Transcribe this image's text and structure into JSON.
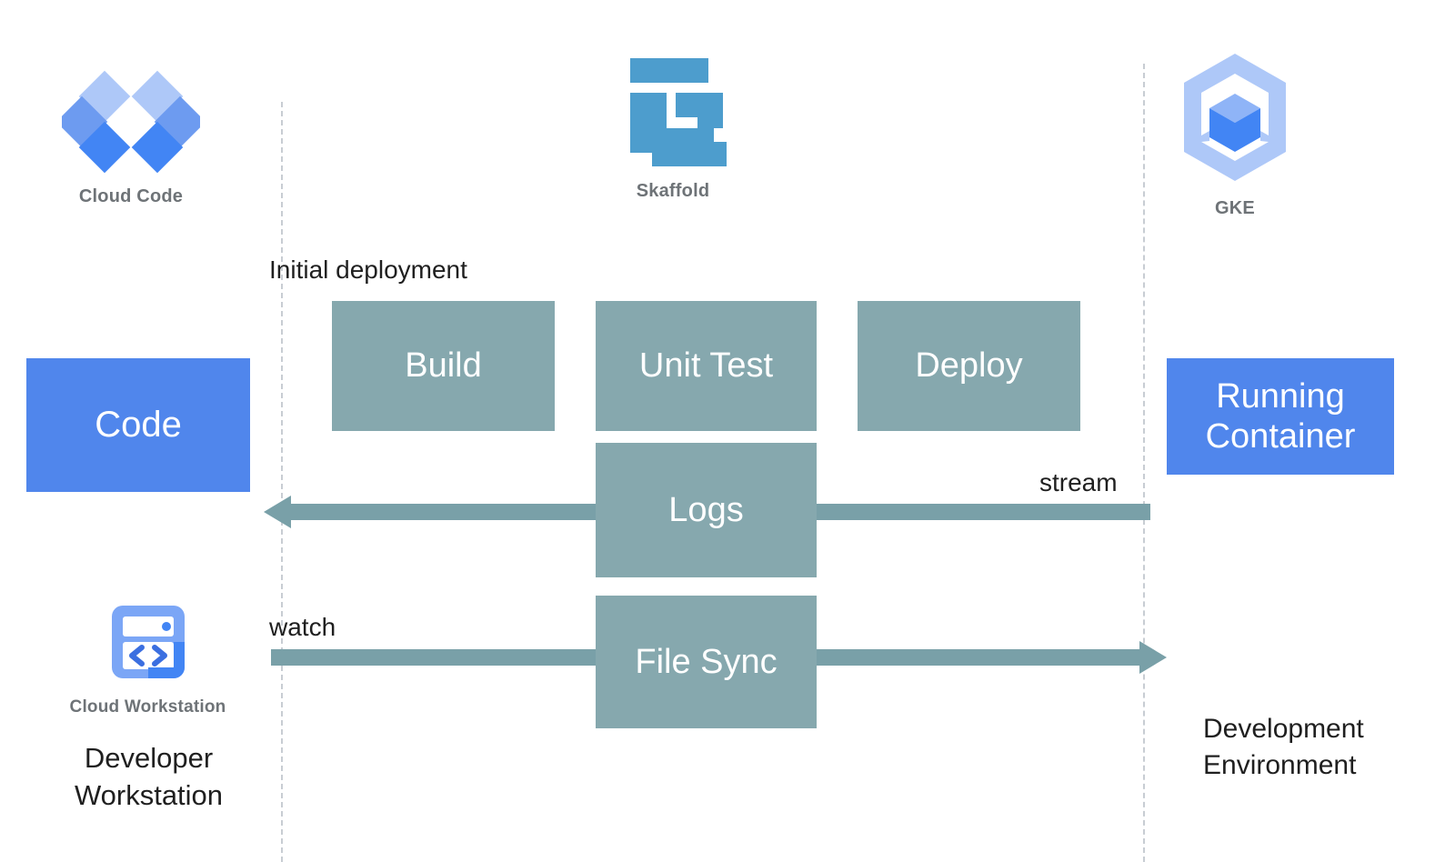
{
  "diagram": {
    "title": "Cloud Code / Skaffold / GKE development loop",
    "colors": {
      "blue_box": "#5086ec",
      "teal_box": "#86a8ae",
      "arrow": "#79a0a8",
      "boundary_dash": "#c8cdd3",
      "caption_gray": "#6e7377",
      "label_text": "#1f1f1f"
    }
  },
  "logos": [
    {
      "id": "cloud-code",
      "icon": "cloud-code-diamonds-icon",
      "caption": "Cloud Code"
    },
    {
      "id": "skaffold",
      "icon": "skaffold-s-icon",
      "caption": "Skaffold"
    },
    {
      "id": "gke",
      "icon": "gke-hexagon-cube-icon",
      "caption": "GKE"
    },
    {
      "id": "cloud-workstation",
      "icon": "cloud-workstation-code-window-icon",
      "caption": "Cloud Workstation"
    }
  ],
  "boxes": {
    "code": "Code",
    "running_container_line1": "Running",
    "running_container_line2": "Container",
    "build": "Build",
    "unit_test": "Unit Test",
    "deploy": "Deploy",
    "logs": "Logs",
    "file_sync": "File Sync"
  },
  "labels": {
    "initial_deployment": "Initial deployment",
    "watch": "watch",
    "stream": "stream",
    "developer_workstation_line1": "Developer",
    "developer_workstation_line2": "Workstation",
    "development_environment_line1": "Development",
    "development_environment_line2": "Environment"
  },
  "arrows": [
    {
      "name": "logs-arrow",
      "label": "stream",
      "direction": "left",
      "from": "Running Container",
      "to": "Code"
    },
    {
      "name": "file-sync-arrow",
      "label": "watch",
      "direction": "right",
      "from": "Developer Workstation",
      "to": "Development Environment"
    }
  ],
  "boundaries": [
    {
      "name": "workstation-boundary",
      "style": "dashed"
    },
    {
      "name": "environment-boundary",
      "style": "dashed"
    }
  ]
}
